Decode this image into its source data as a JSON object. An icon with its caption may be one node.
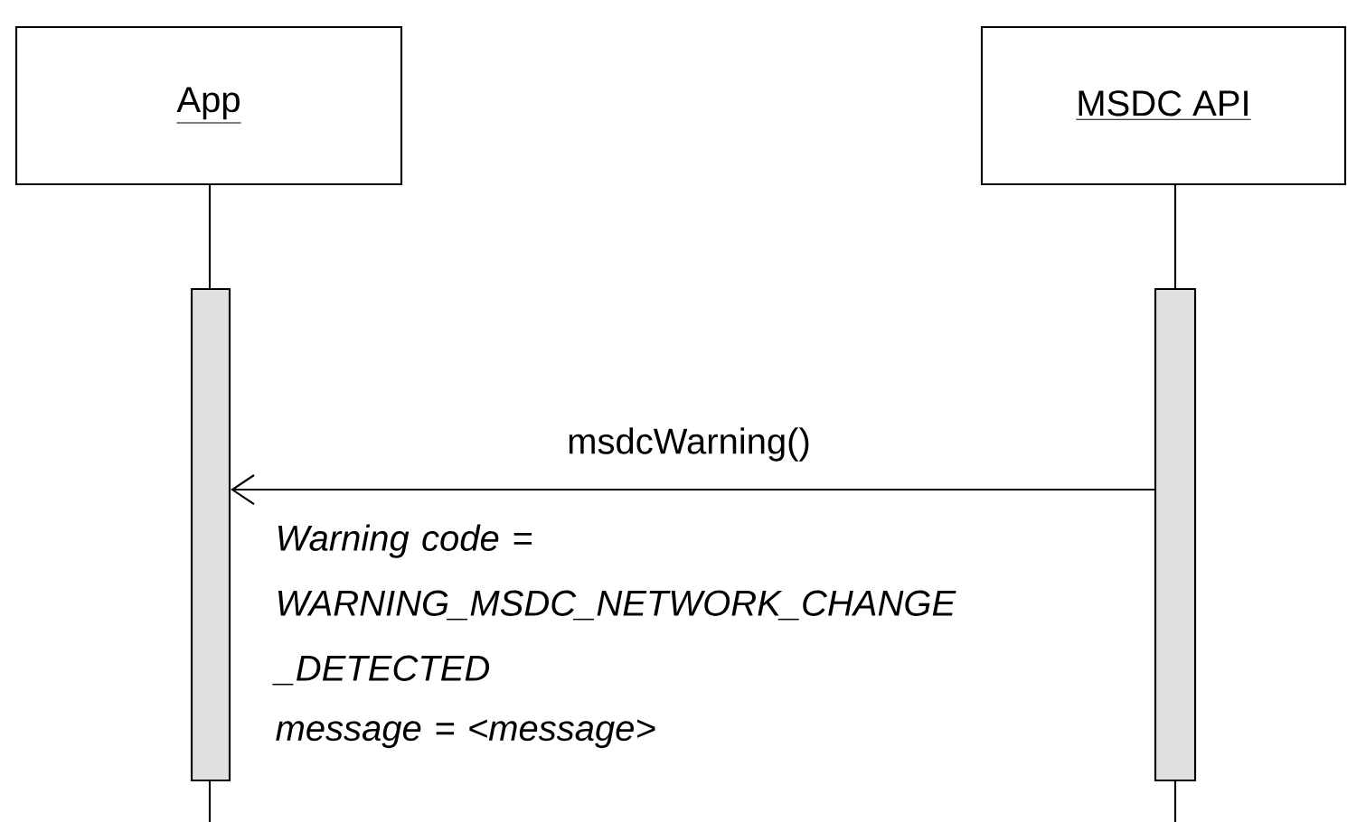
{
  "diagram": {
    "nodes": [
      {
        "text": [
          "App"
        ]
      },
      {
        "text": [
          "MSDC API"
        ]
      },
      {
        "text": [],
        "shape": "bar"
      },
      {
        "text": [],
        "shape": "bar"
      }
    ],
    "edges": [
      {
        "from": 3,
        "to": 2,
        "arrow": "to",
        "label": "msdcWarning()"
      }
    ],
    "labels": [
      "Warning code = WARNING_MSDC_NETWORK_CHANGE _DETECTED",
      "message = <message>"
    ]
  }
}
